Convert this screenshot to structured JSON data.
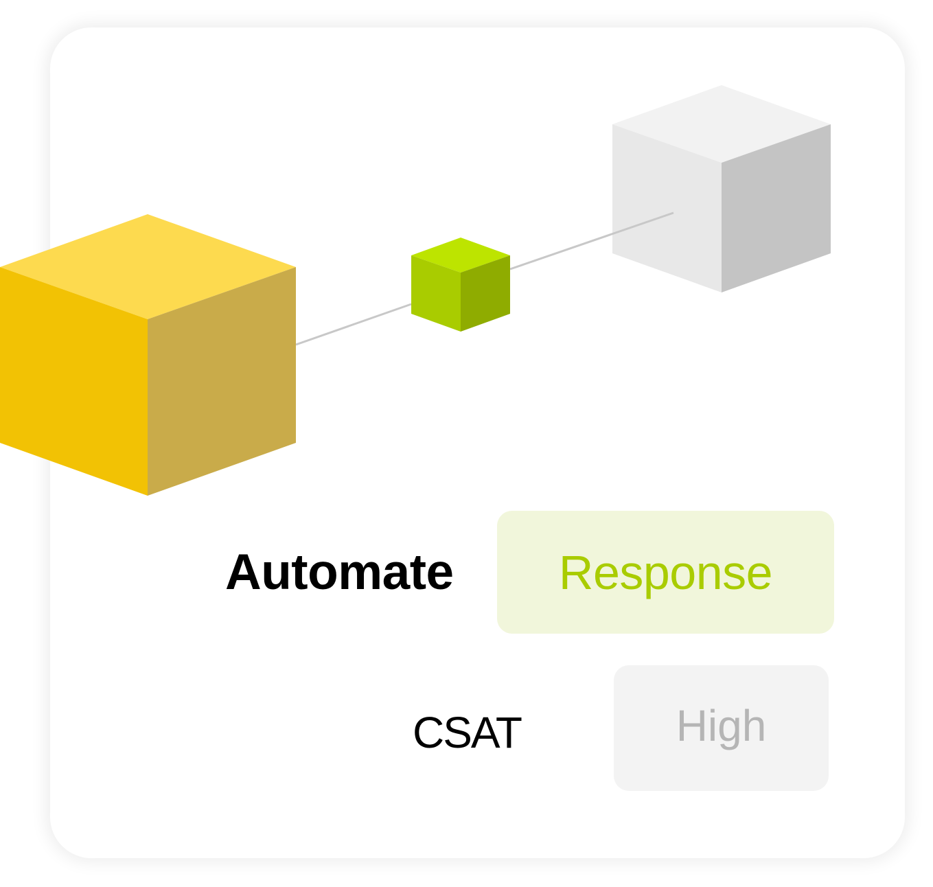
{
  "diagram": {
    "nodes": [
      {
        "id": "yellow-cube",
        "role": "large cube",
        "colors": {
          "top": "#FDDA4F",
          "left": "#F2C204",
          "right": "#C9AB4A"
        }
      },
      {
        "id": "green-cube",
        "role": "small cube",
        "colors": {
          "top": "#BDE400",
          "left": "#A9CC00",
          "right": "#8FAC00"
        }
      },
      {
        "id": "gray-cube",
        "role": "medium cube",
        "colors": {
          "top": "#F2F2F2",
          "left": "#E8E8E8",
          "right": "#C4C4C4"
        }
      }
    ],
    "edges": [
      {
        "from": "yellow-cube",
        "to": "green-cube",
        "color": "#C8C8C8"
      },
      {
        "from": "green-cube",
        "to": "gray-cube",
        "color": "#C8C8C8"
      }
    ]
  },
  "rows": [
    {
      "label": "Automate",
      "value": "Response",
      "value_color": "#A9CC00",
      "value_bg": "#F1F6DB"
    },
    {
      "label": "CSAT",
      "value": "High",
      "value_color": "#B5B5B5",
      "value_bg": "#F3F3F3"
    }
  ]
}
